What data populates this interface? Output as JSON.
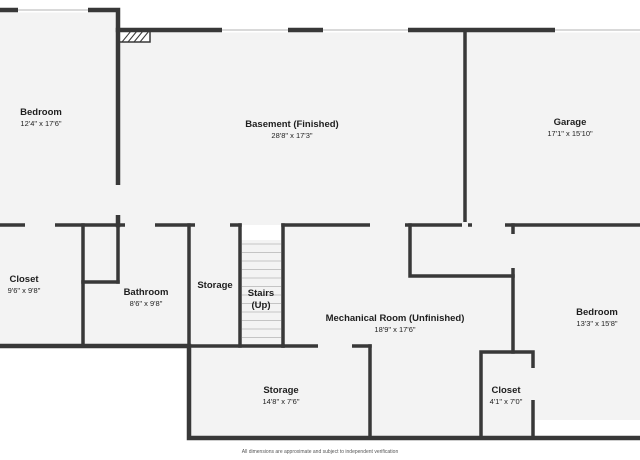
{
  "rooms": {
    "bedroom_left": {
      "name": "Bedroom",
      "dims": "12'4\" x 17'6\""
    },
    "basement": {
      "name": "Basement (Finished)",
      "dims": "28'8\" x 17'3\""
    },
    "garage": {
      "name": "Garage",
      "dims": "17'1\" x 15'10\""
    },
    "closet_left": {
      "name": "Closet",
      "dims": "9'6\" x 9'8\""
    },
    "bathroom": {
      "name": "Bathroom",
      "dims": "8'6\" x 9'8\""
    },
    "storage_small": {
      "name": "Storage"
    },
    "stairs": {
      "name": "Stairs",
      "sub": "(Up)"
    },
    "mechanical": {
      "name": "Mechanical Room (Unfinished)",
      "dims": "18'9\" x 17'6\""
    },
    "bedroom_right": {
      "name": "Bedroom",
      "dims": "13'3\" x 15'8\""
    },
    "storage_large": {
      "name": "Storage",
      "dims": "14'8\" x 7'6\""
    },
    "closet_right": {
      "name": "Closet",
      "dims": "4'1\" x 7'0\""
    }
  },
  "footer": "All dimensions are approximate and subject to independent verification",
  "colors": {
    "wall": "#383838",
    "floor": "#f3f3f3",
    "background": "#ffffff"
  }
}
